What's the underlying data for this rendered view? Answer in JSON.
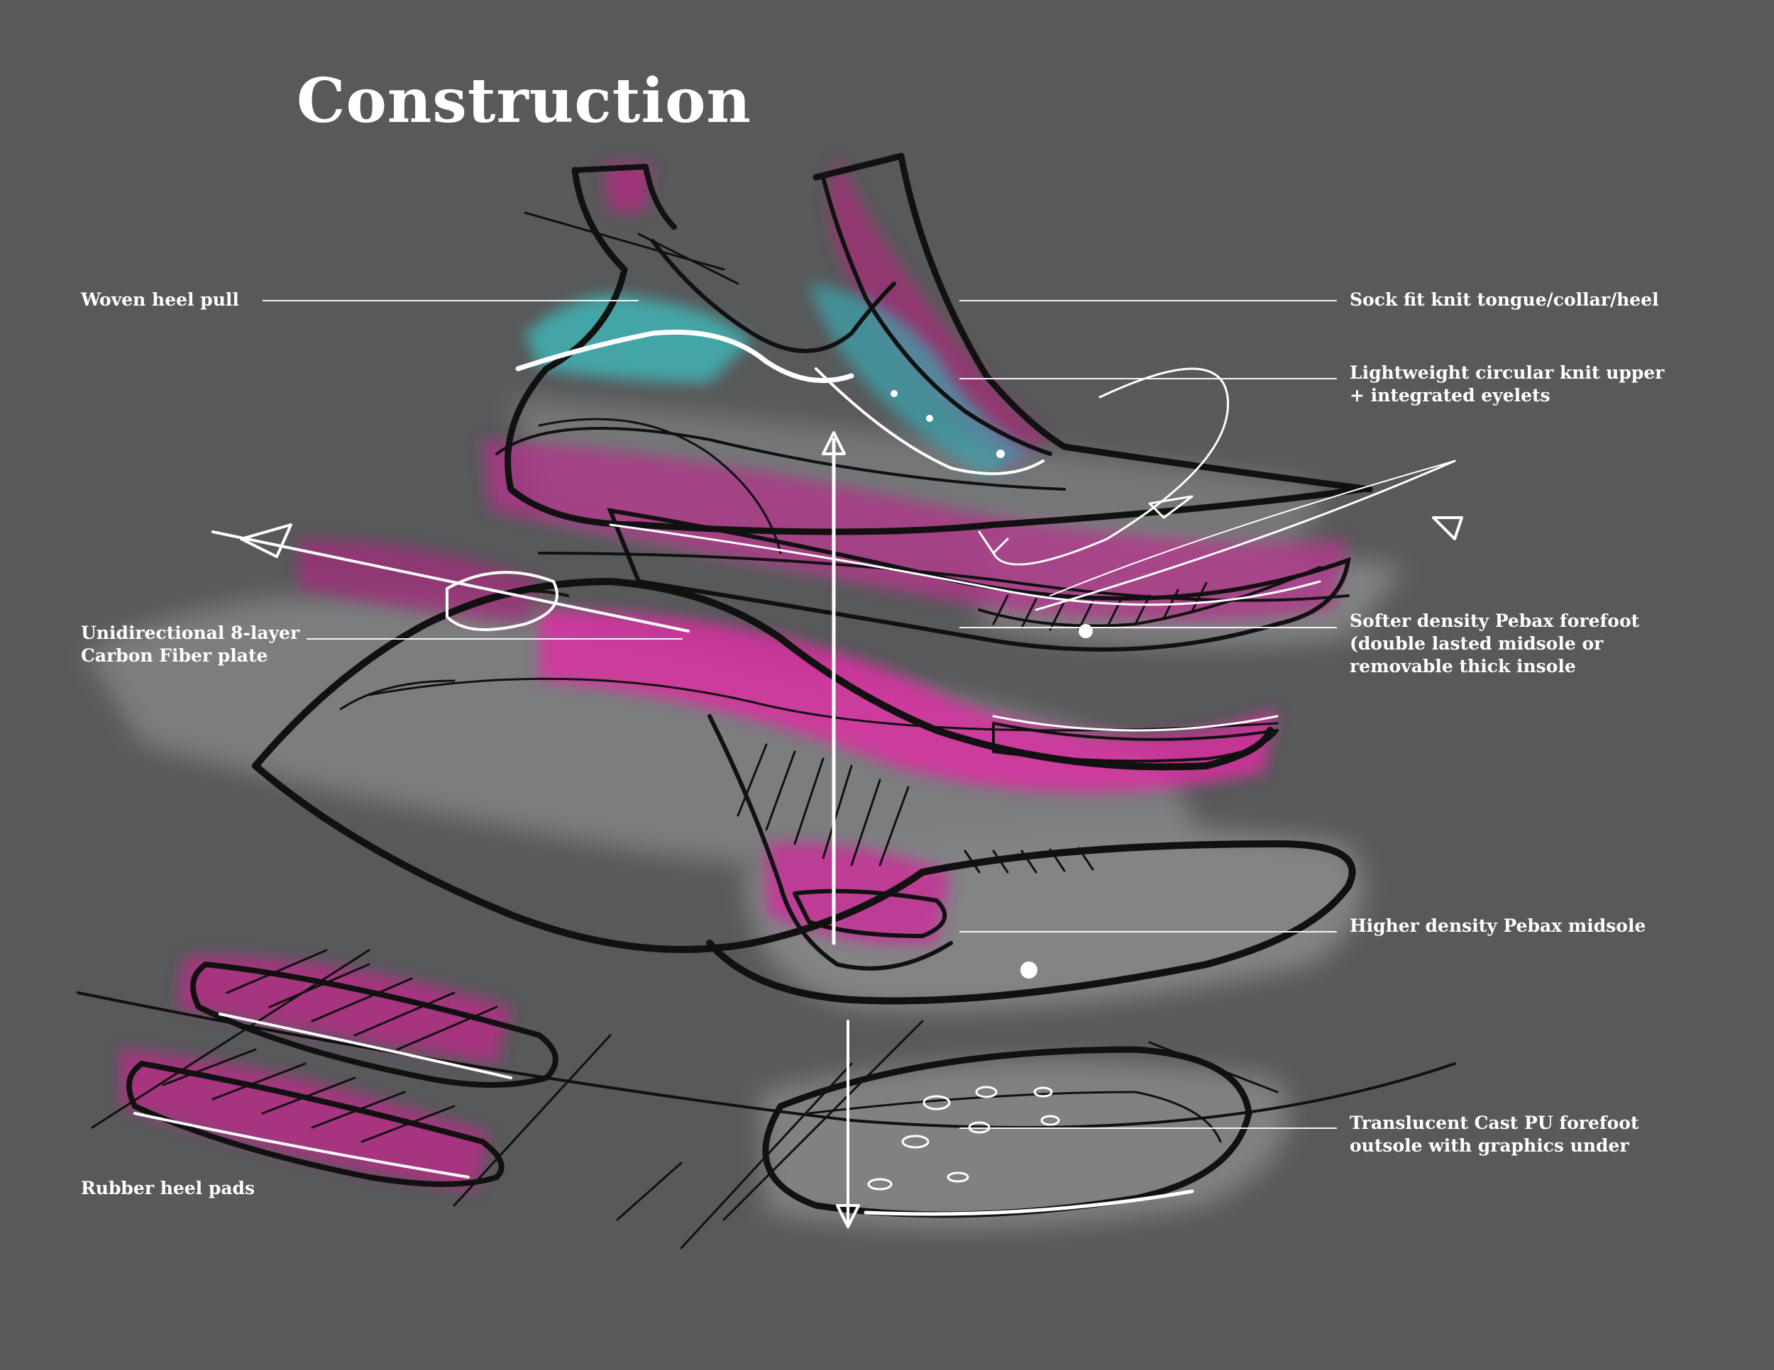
{
  "title": "Construction",
  "colors": {
    "background": "#58595b",
    "accent_magenta": "#d6269b",
    "accent_teal": "#3fbfbf",
    "ink": "#111111",
    "highlight": "#ffffff"
  },
  "callouts": {
    "heel_pull": {
      "lines": [
        "Woven heel pull"
      ]
    },
    "carbon_plate": {
      "lines": [
        "Unidirectional 8-layer",
        "Carbon Fiber plate"
      ]
    },
    "heel_pads": {
      "lines": [
        "Rubber heel pads"
      ]
    },
    "sock_fit": {
      "lines": [
        "Sock fit knit tongue/collar/heel"
      ]
    },
    "knit_upper": {
      "lines": [
        "Lightweight circular knit upper",
        "+ integrated eyelets"
      ]
    },
    "forefoot_pebax": {
      "lines": [
        "Softer density Pebax forefoot",
        "(double lasted midsole or",
        "removable thick insole"
      ]
    },
    "midsole_pebax": {
      "lines": [
        "Higher density Pebax midsole"
      ]
    },
    "outsole": {
      "lines": [
        "Translucent Cast PU forefoot",
        "outsole with graphics under"
      ]
    }
  }
}
